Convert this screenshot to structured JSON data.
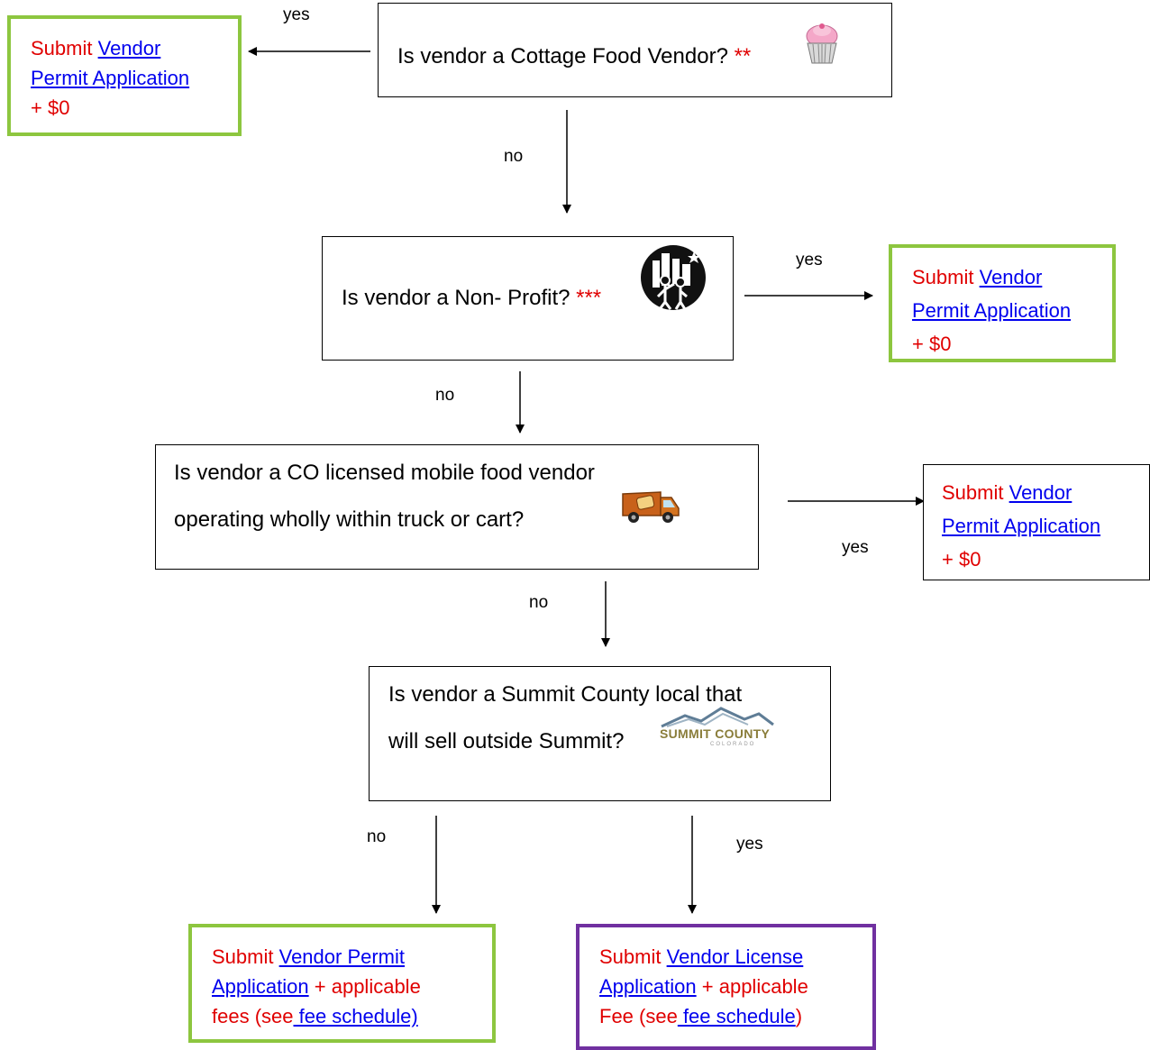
{
  "questions": {
    "q1": "Is vendor a Cottage Food Vendor?",
    "q1_mark": "**",
    "q2": "Is vendor a Non- Profit?",
    "q2_mark": "***",
    "q3_line1": "Is vendor a CO licensed mobile food vendor",
    "q3_line2": "operating wholly within truck or cart?",
    "q4_line1": "Is vendor a Summit County local that",
    "q4_line2": "will sell outside Summit?"
  },
  "logo": {
    "summit_county": "SUMMIT COUNTY",
    "colorado": "COLORADO"
  },
  "labels": {
    "q1_yes": "yes",
    "q1_no": "no",
    "q2_yes": "yes",
    "q2_no": "no",
    "q3_yes": "yes",
    "q3_no": "no",
    "q4_no": "no",
    "q4_yes": "yes"
  },
  "results": {
    "r1": {
      "submit": "Submit",
      "link1": "Vendor",
      "link2": "Permit Application",
      "fee": "+ $0"
    },
    "r2": {
      "submit": "Submit",
      "link1": "Vendor",
      "link2": "Permit Application",
      "fee": "+ $0"
    },
    "r3": {
      "submit": "Submit",
      "link1": "Vendor",
      "link2": "Permit Application",
      "fee": "+ $0"
    },
    "r4": {
      "submit": "Submit",
      "link1": "Vendor Permit",
      "link2": "Application",
      "after": "+ applicable",
      "fee_prefix": "fees (see",
      "fee_link": " fee schedule)"
    },
    "r5": {
      "submit": "Submit",
      "link1": "Vendor License",
      "link2": "Application",
      "after": "+ applicable",
      "fee_prefix": "Fee (see",
      "fee_link": " fee schedule",
      "fee_suffix": ")"
    }
  },
  "colors": {
    "accent_red": "#e00000",
    "link_blue": "#0000ee",
    "green_border": "#8dc63f",
    "purple_border": "#7030a0"
  }
}
